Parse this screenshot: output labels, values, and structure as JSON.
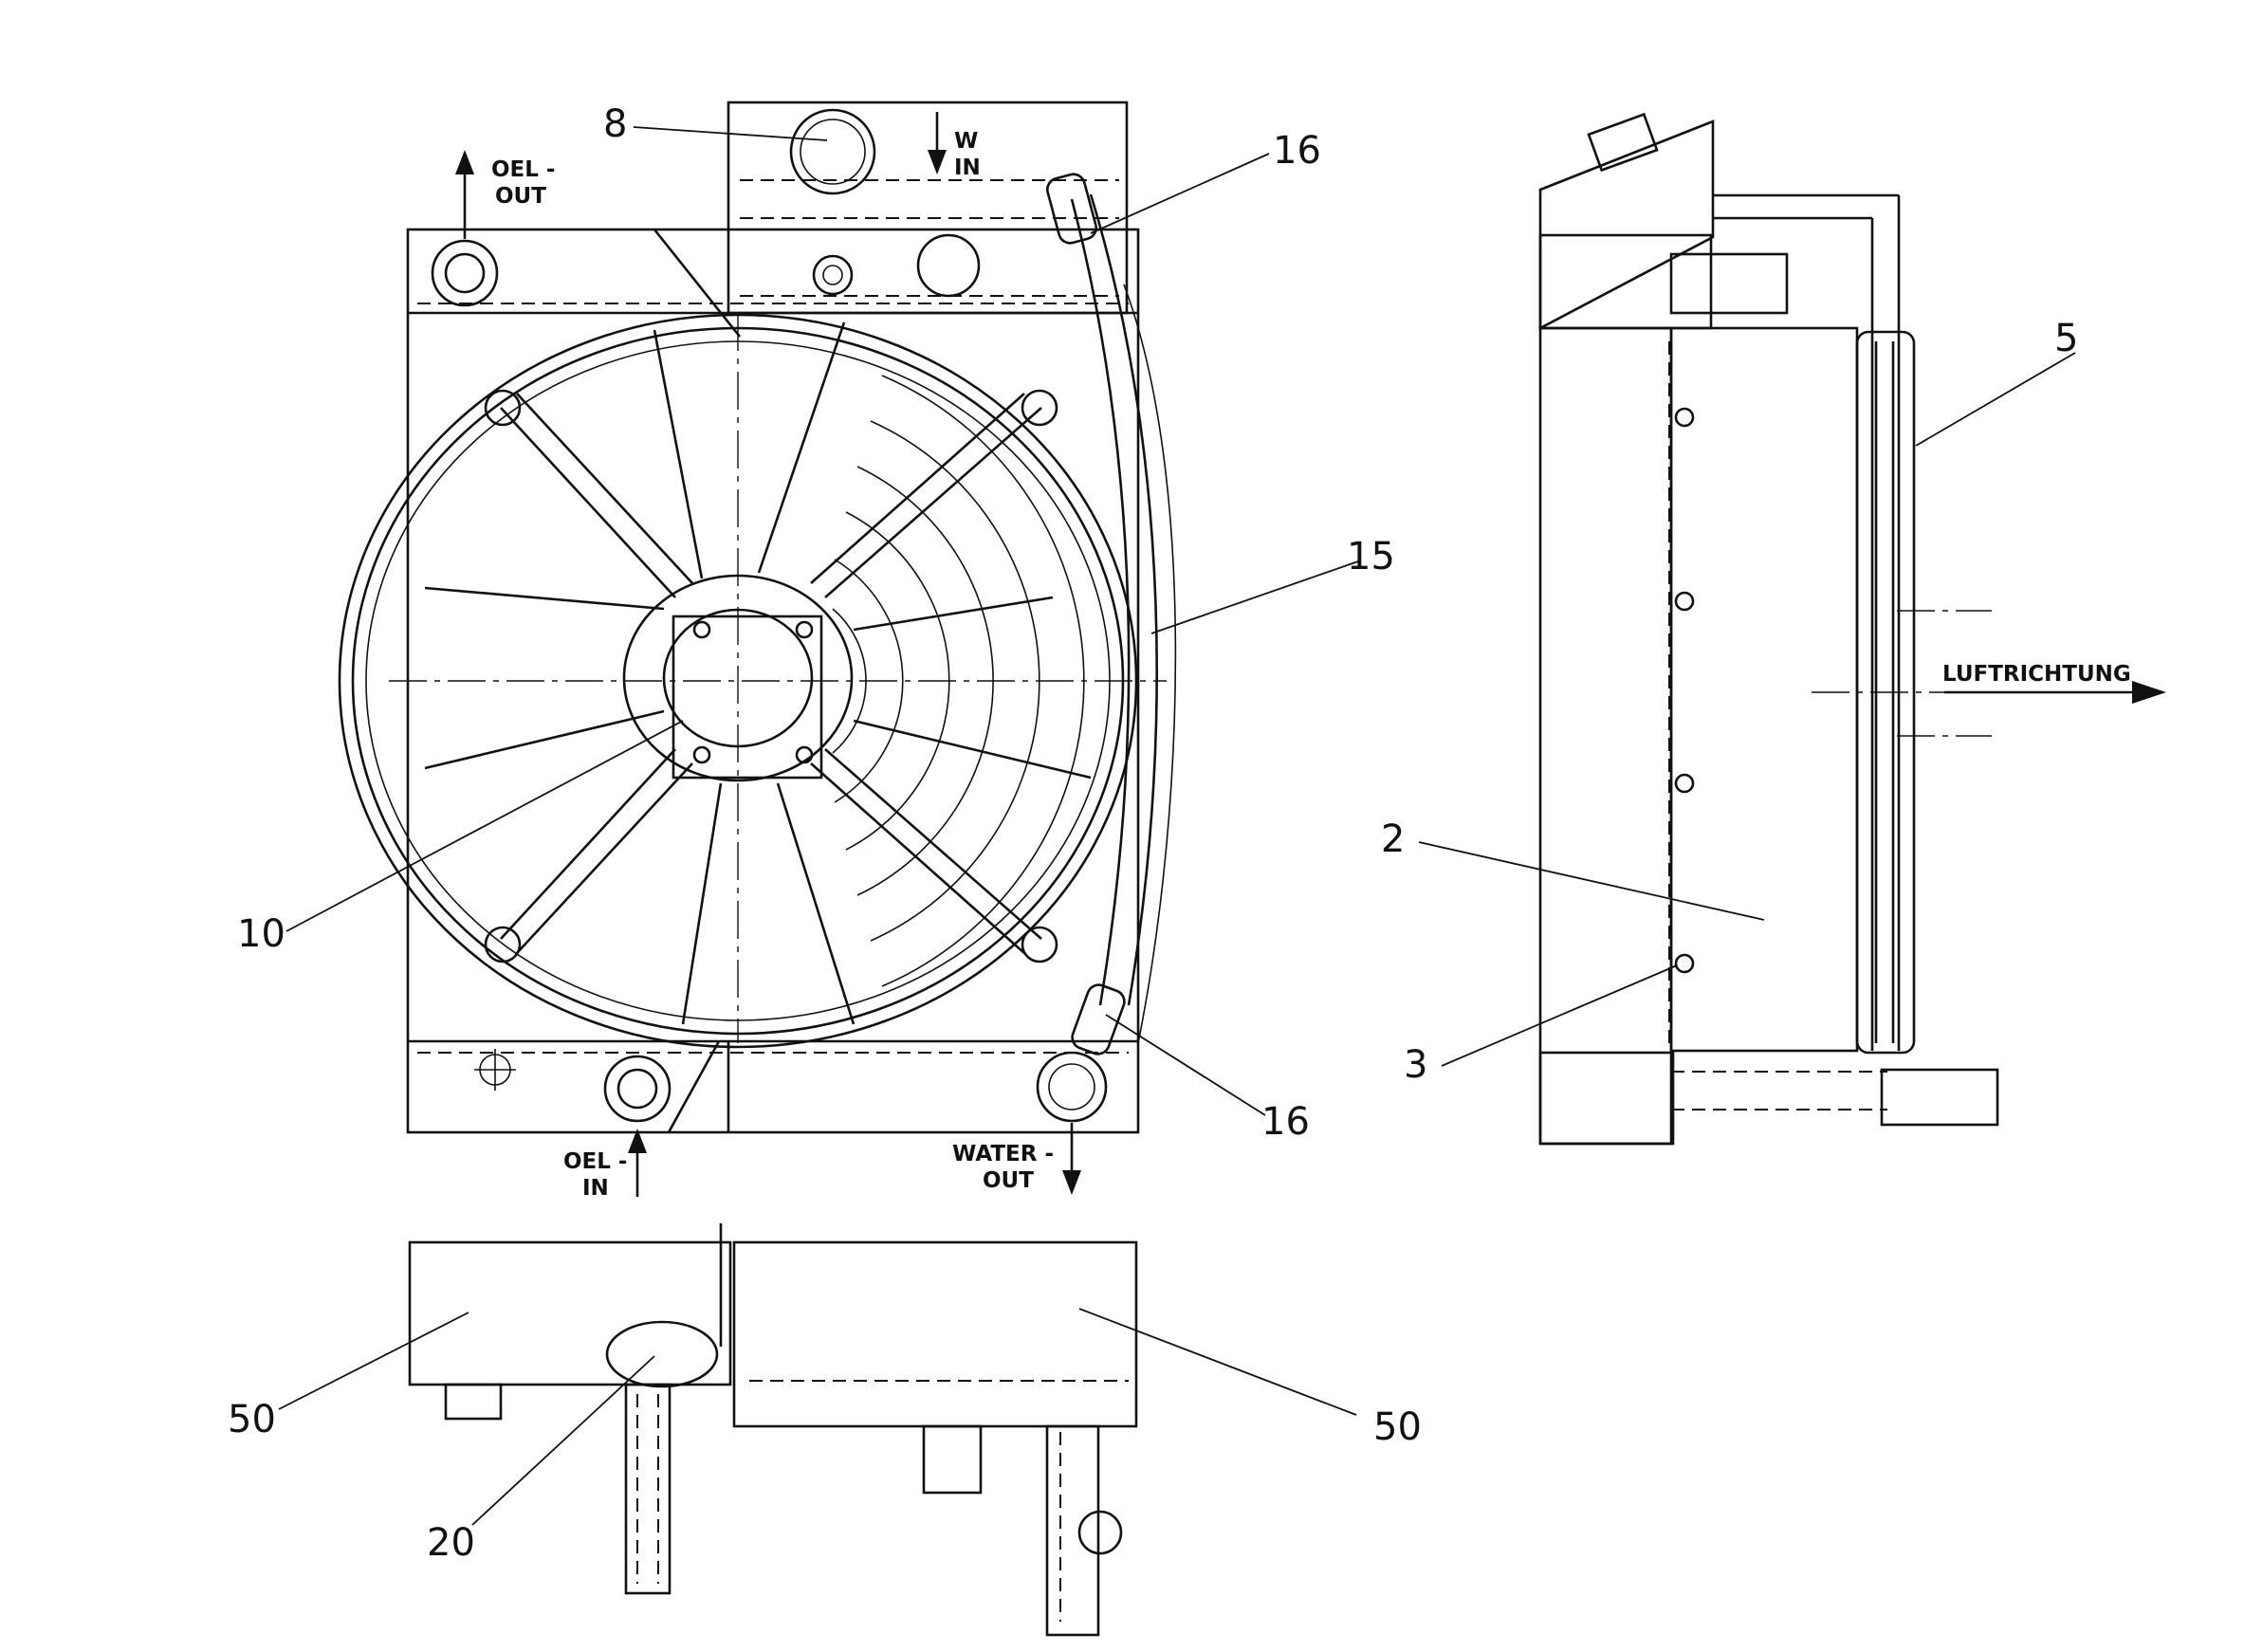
{
  "callouts": {
    "c8": "8",
    "c16_top": "16",
    "c15": "15",
    "c10": "10",
    "c16_bottom": "16",
    "c5": "5",
    "c2": "2",
    "c3": "3",
    "c50_left": "50",
    "c20": "20",
    "c50_right": "50"
  },
  "flow_labels": {
    "oel_out_1": "OEL -",
    "oel_out_2": "OUT",
    "w_in_1": "W",
    "w_in_2": "IN",
    "oel_in_1": "OEL -",
    "oel_in_2": "IN",
    "water_out_1": "WATER -",
    "water_out_2": "OUT",
    "luftrichtung": "LUFTRICHTUNG"
  }
}
